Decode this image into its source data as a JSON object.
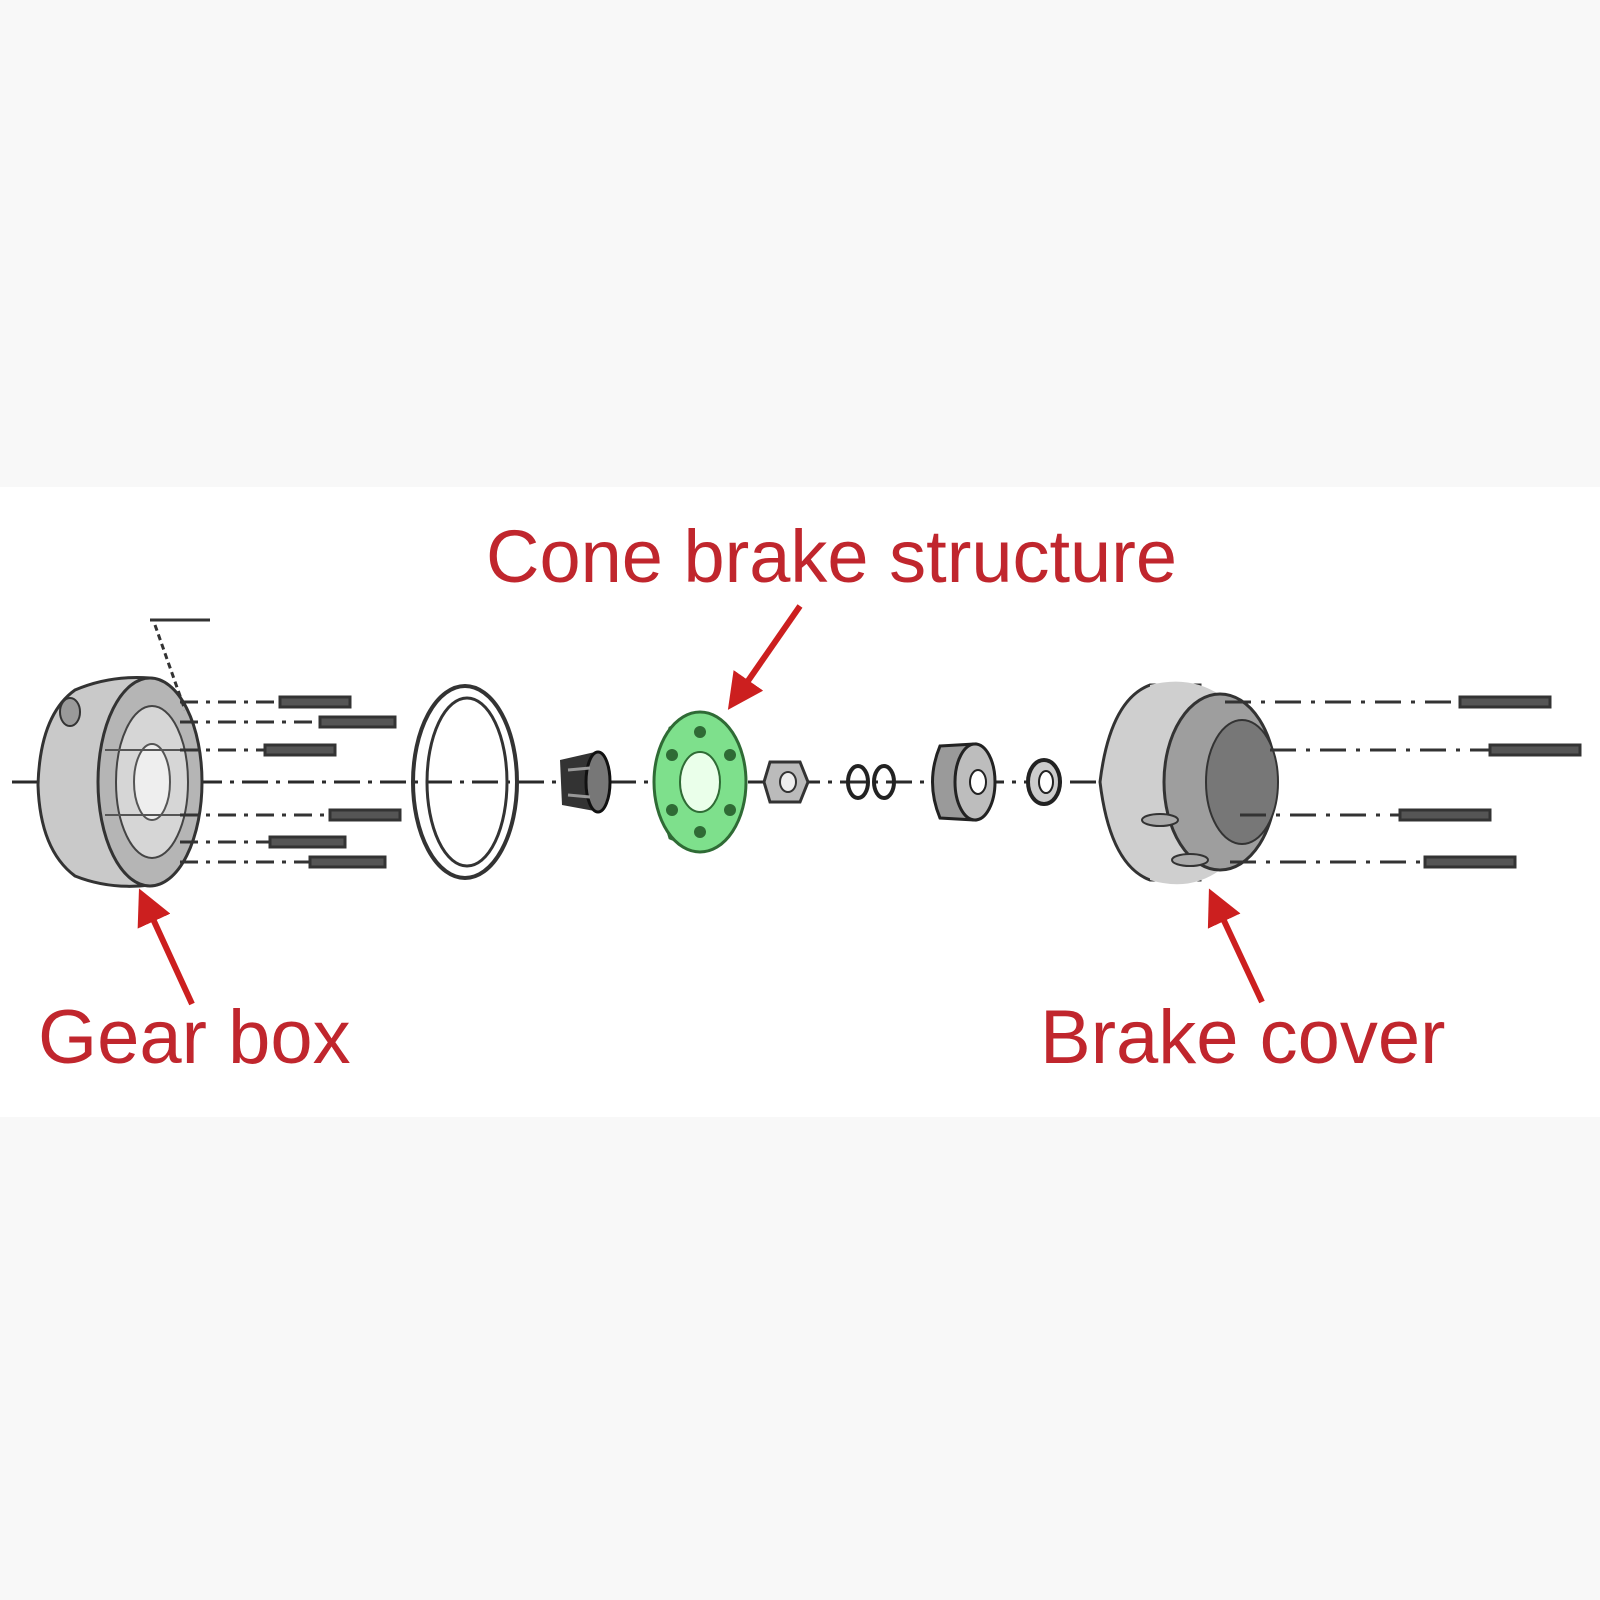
{
  "labels": {
    "cone_brake": "Cone brake structure",
    "gear_box": "Gear box",
    "brake_cover": "Brake cover"
  },
  "colors": {
    "label_red": "#c0262d",
    "arrow_red": "#cc1f1f",
    "cone_green": "#7ee08c",
    "part_gray": "#c8c8c8",
    "line_dark": "#2a2a2a"
  }
}
